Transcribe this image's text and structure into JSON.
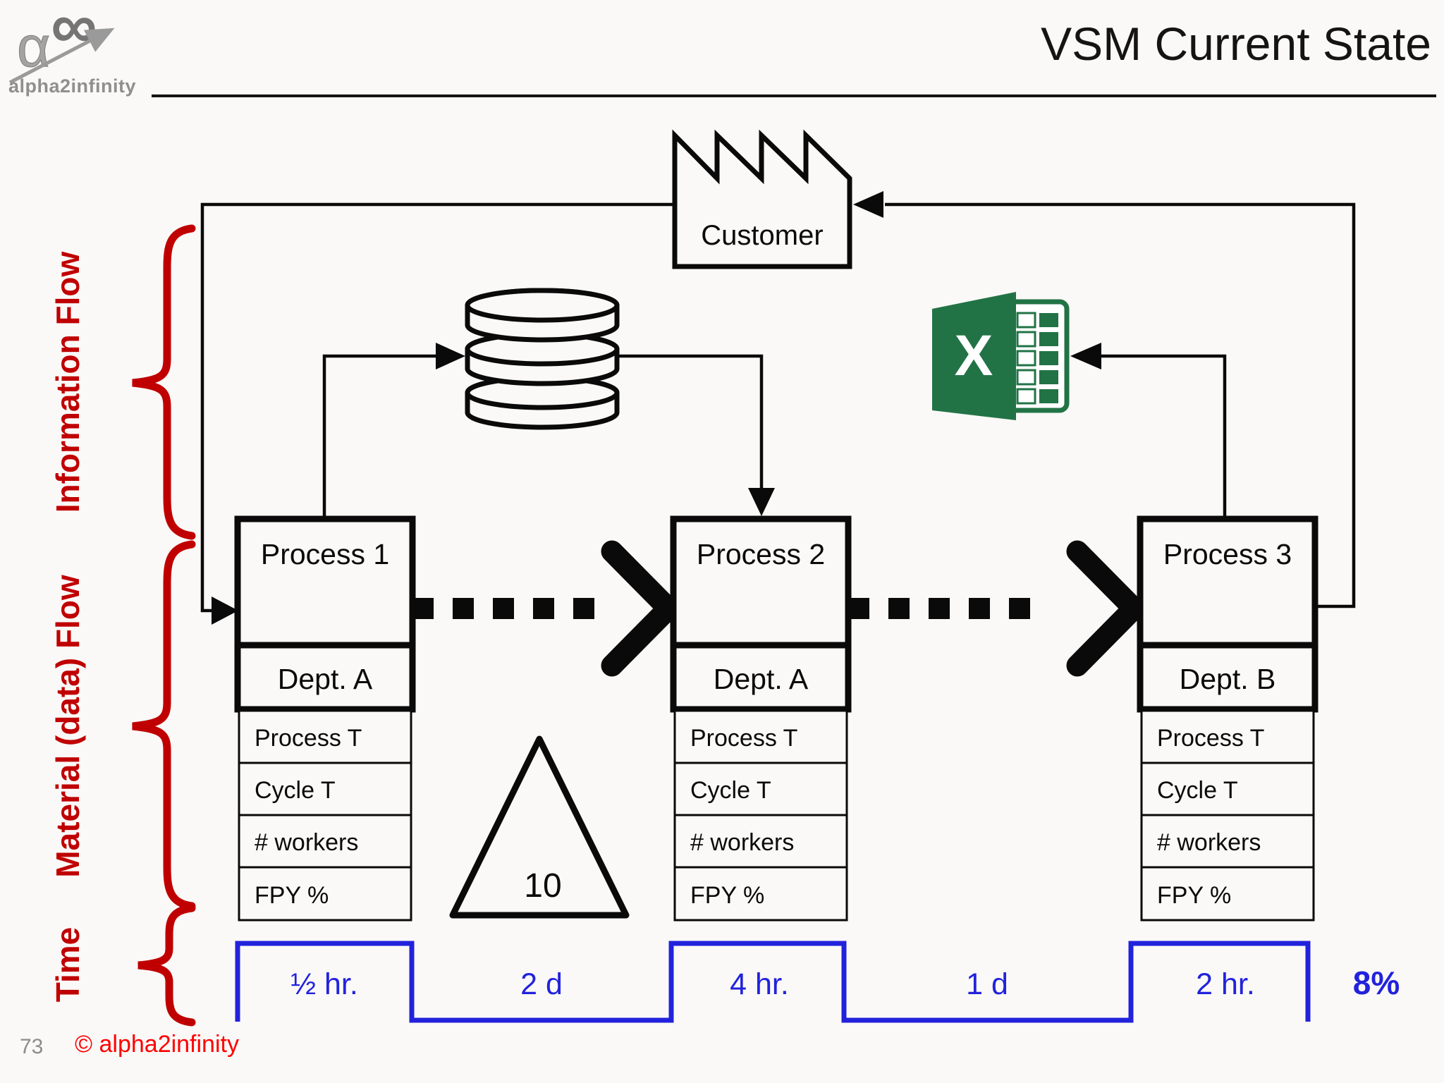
{
  "header": {
    "title": "VSM Current State",
    "logo_alpha": "α",
    "logo_infinity": "∞",
    "logo_text": "alpha2infinity"
  },
  "footer": {
    "page_number": "73",
    "copyright": "© alpha2infinity"
  },
  "flow_labels": {
    "information": "Information Flow",
    "material": "Material (data) Flow",
    "time": "Time"
  },
  "diagram": {
    "customer_label": "Customer",
    "inventory_value": "10",
    "excel_letter": "X",
    "processes": [
      {
        "title": "Process 1",
        "dept": "Dept. A",
        "metrics": [
          "Process T",
          "Cycle T",
          "# workers",
          "FPY %"
        ]
      },
      {
        "title": "Process 2",
        "dept": "Dept. A",
        "metrics": [
          "Process T",
          "Cycle T",
          "# workers",
          "FPY %"
        ]
      },
      {
        "title": "Process 3",
        "dept": "Dept. B",
        "metrics": [
          "Process T",
          "Cycle T",
          "# workers",
          "FPY %"
        ]
      }
    ],
    "timeline": {
      "labels": [
        "½ hr.",
        "2 d",
        "4 hr.",
        "1 d",
        "2 hr."
      ],
      "fpy_total": "8%"
    }
  },
  "colors": {
    "accent_red": "#c00000",
    "bright_red": "#ff0000",
    "timeline_blue": "#2222dd",
    "excel_green": "#217346",
    "line_black": "#0a0a0a",
    "page_gray": "#8c8c8c"
  }
}
